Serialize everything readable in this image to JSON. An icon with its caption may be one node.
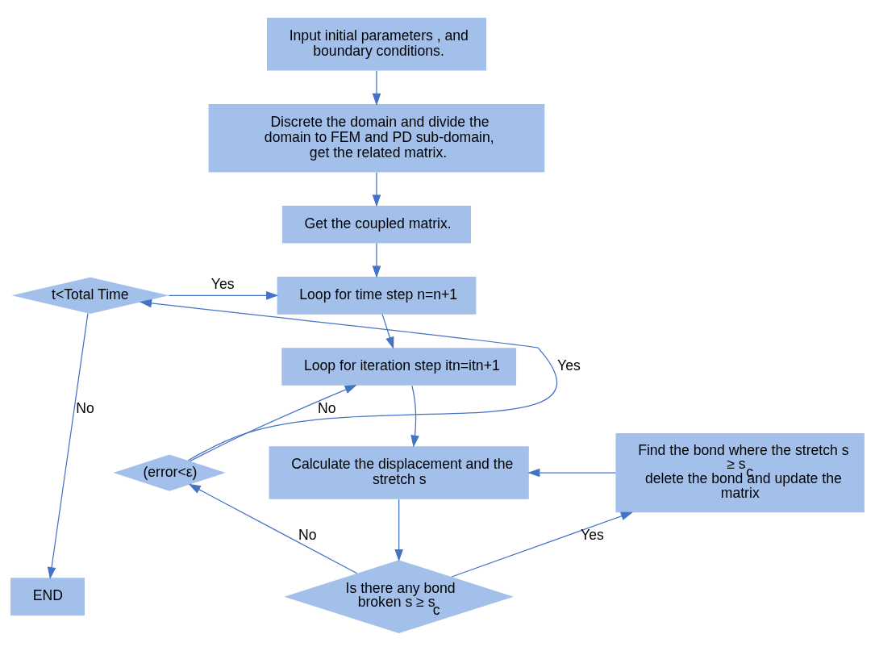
{
  "diagram": {
    "nodes": [
      {
        "text": [
          "Input initial parameters , and boundary conditions."
        ]
      },
      {
        "text": [
          "Discrete the domain and divide the domain to FEM and PD sub-domain, get the related matrix."
        ]
      },
      {
        "text": [
          "Get the coupled matrix."
        ]
      },
      {
        "text": [
          "t<Total Time"
        ]
      },
      {
        "text": [
          "Loop for time step n=n+1"
        ]
      },
      {
        "text": [
          "Loop for iteration step itn=itn+1"
        ]
      },
      {
        "text": [
          "(error<ε)"
        ]
      },
      {
        "text": [
          "Calculate the displacement and the stretch s"
        ]
      },
      {
        "text": [
          "Find the bond where the stretch s ≥ s$_{c}$ delete the bond and update the matrix"
        ]
      },
      {
        "text": [
          "END"
        ]
      },
      {
        "text": [
          "Is there any bond broken s ≥ s$_{c}$"
        ]
      }
    ],
    "edges": [
      {
        "from": 0,
        "to": 1,
        "arrow": "to"
      },
      {
        "from": 1,
        "to": 2,
        "arrow": "to"
      },
      {
        "from": 2,
        "to": 4,
        "arrow": "to"
      },
      {
        "from": 3,
        "to": 4,
        "arrow": "to",
        "label": "Yes"
      },
      {
        "from": 3,
        "to": 9,
        "arrow": "to",
        "label": "No"
      },
      {
        "from": 4,
        "to": 5,
        "arrow": "to"
      },
      {
        "from": 6,
        "to": 3,
        "arrow": "to",
        "label": "Yes"
      },
      {
        "from": 6,
        "to": 5,
        "arrow": "to",
        "label": "No"
      },
      {
        "from": 5,
        "to": 7,
        "arrow": "to"
      },
      {
        "from": 7,
        "to": 10,
        "arrow": "to"
      },
      {
        "from": 10,
        "to": 8,
        "arrow": "to",
        "label": "Yes"
      },
      {
        "from": 10,
        "to": 6,
        "arrow": "to",
        "label": "No"
      },
      {
        "from": 8,
        "to": 7,
        "arrow": "to"
      }
    ]
  }
}
